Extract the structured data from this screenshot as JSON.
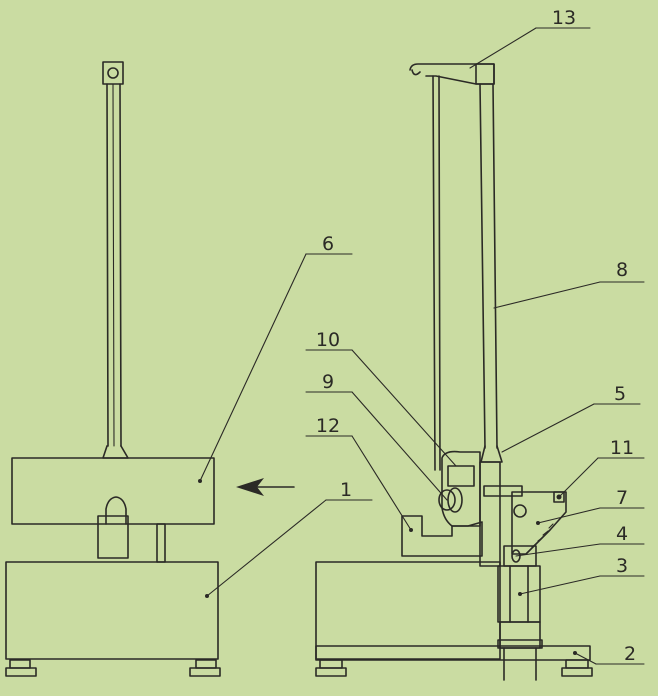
{
  "figure": {
    "callouts": [
      {
        "id": "1",
        "label": "1"
      },
      {
        "id": "2",
        "label": "2"
      },
      {
        "id": "3",
        "label": "3"
      },
      {
        "id": "4",
        "label": "4"
      },
      {
        "id": "5",
        "label": "5"
      },
      {
        "id": "6",
        "label": "6"
      },
      {
        "id": "7",
        "label": "7"
      },
      {
        "id": "8",
        "label": "8"
      },
      {
        "id": "9",
        "label": "9"
      },
      {
        "id": "10",
        "label": "10"
      },
      {
        "id": "11",
        "label": "11"
      },
      {
        "id": "12",
        "label": "12"
      },
      {
        "id": "13",
        "label": "13"
      }
    ]
  },
  "colors": {
    "background": "#cadca2",
    "ink": "#2b2a26"
  }
}
